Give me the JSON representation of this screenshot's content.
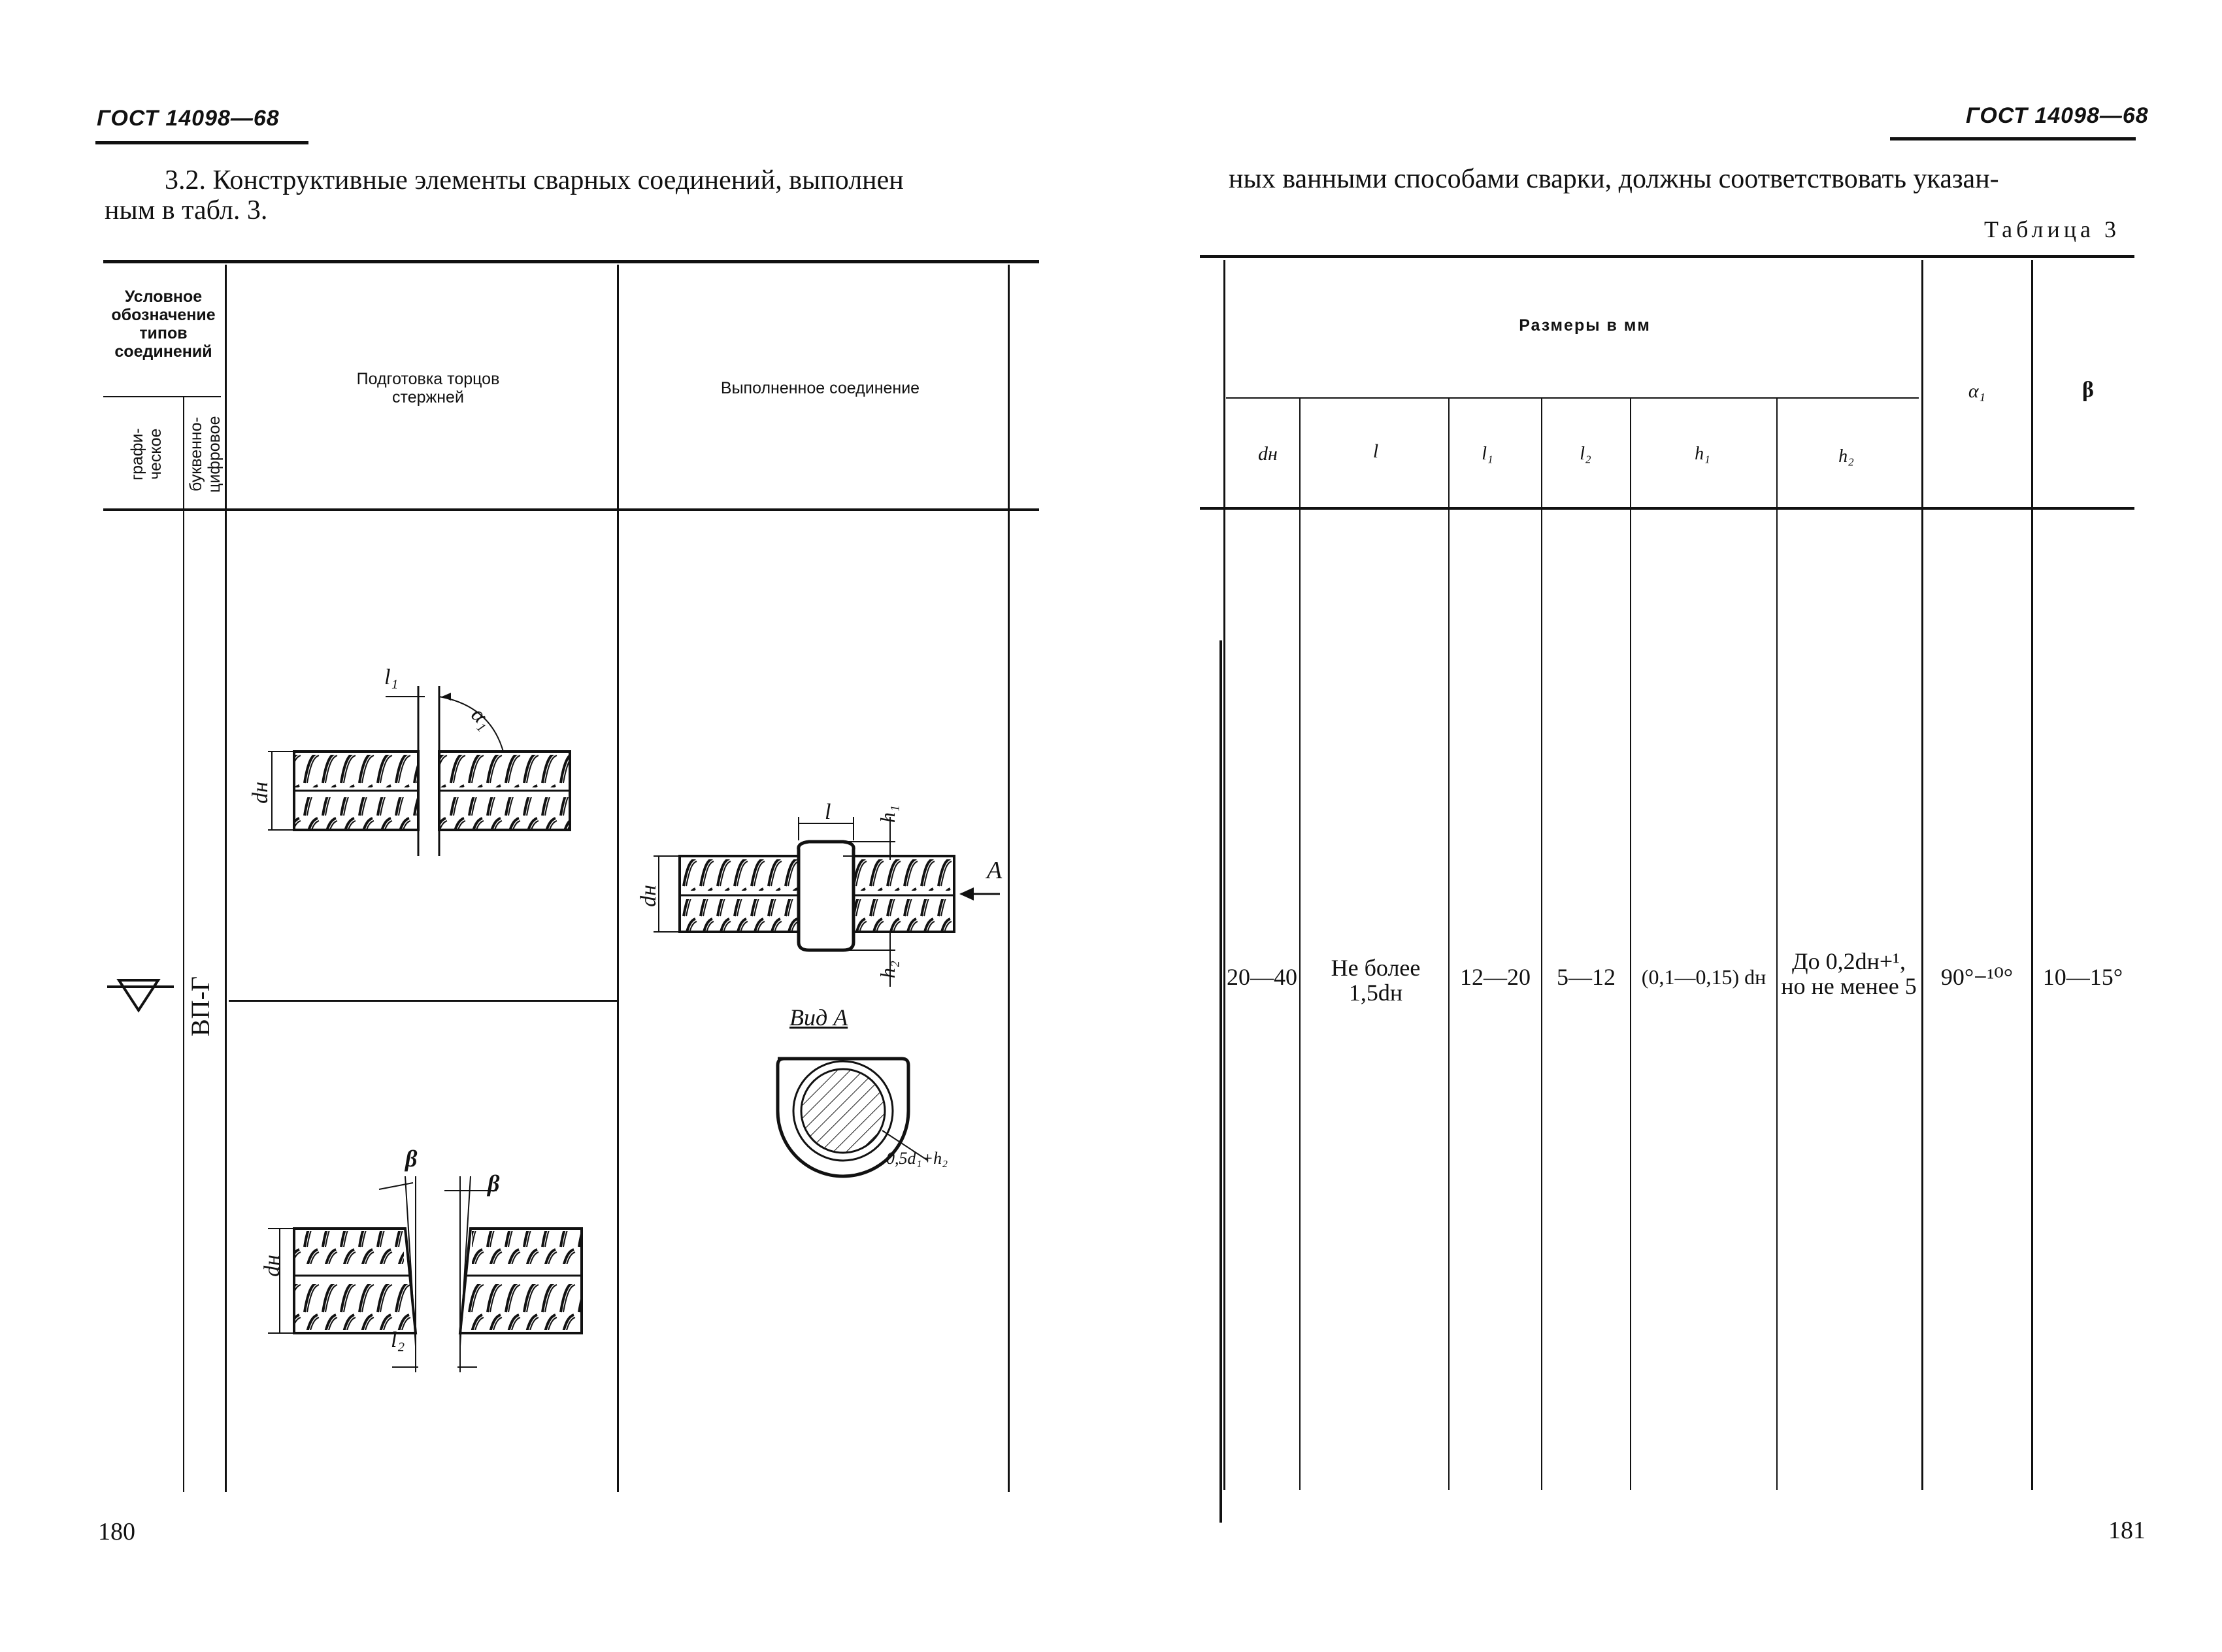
{
  "left_page": {
    "header": "ГОСТ 14098—68",
    "paragraph_line1": "3.2. Конструктивные элементы сварных соединений, выполнен",
    "paragraph_line2": "ным в табл. 3.",
    "table_header": {
      "designation": "Условное обозначение типов соединений",
      "graphic": "графи-ческое",
      "alphanumeric": "буквенно-цифровое",
      "preparation": "Подготовка торцов стержней",
      "completed": "Выполненное соединение"
    },
    "row": {
      "code": "ВП-Г"
    },
    "figure_labels": {
      "l1": "l₁",
      "alpha1": "α₁",
      "dn_a": "dн",
      "dn_b": "dн",
      "dn_c": "dн",
      "l": "l",
      "h1": "h₁",
      "h2": "h₂",
      "A": "A",
      "view": "Вид A",
      "dim": "0,5d₁+h₂",
      "beta1": "β",
      "beta2": "β",
      "l2": "l₂"
    },
    "page_number": "180"
  },
  "right_page": {
    "header": "ГОСТ 14098—68",
    "paragraph": "ных ванными способами сварки, должны соответствовать указан-",
    "table_caption": "Таблица 3",
    "table": {
      "group_header": "Размеры в мм",
      "columns": [
        "dн",
        "l",
        "l₁",
        "l₂",
        "h₁",
        "h₂",
        "α₁",
        "β"
      ],
      "values": {
        "dn": "20—40",
        "l": "Не более 1,5dн",
        "l1": "12—20",
        "l2": "5—12",
        "h1": "(0,1—0,15) dн",
        "h2": "До 0,2dн+¹, но не менее 5",
        "alpha1": "90°−¹⁰°",
        "beta": "10—15°"
      }
    },
    "page_number": "181"
  }
}
